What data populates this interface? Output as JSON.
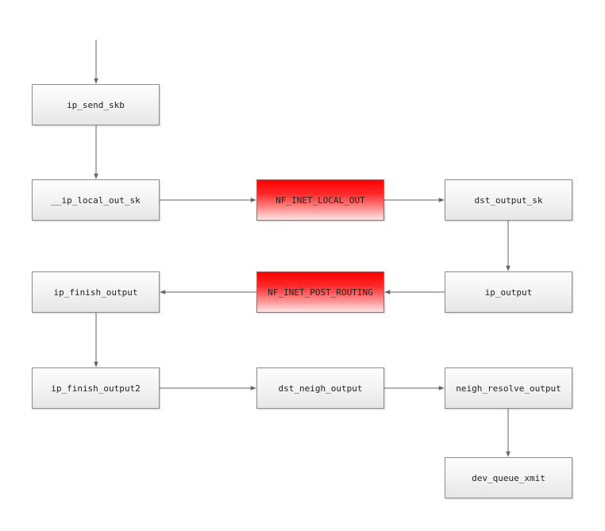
{
  "diagram": {
    "nodes": [
      {
        "id": "ip_send_skb",
        "label": "ip_send_skb",
        "kind": "function"
      },
      {
        "id": "ip_local_out_sk",
        "label": "__ip_local_out_sk",
        "kind": "function"
      },
      {
        "id": "nf_local_out",
        "label": "NF_INET_LOCAL_OUT",
        "kind": "netfilter-hook"
      },
      {
        "id": "dst_output_sk",
        "label": "dst_output_sk",
        "kind": "function"
      },
      {
        "id": "ip_output",
        "label": "ip_output",
        "kind": "function"
      },
      {
        "id": "nf_post_routing",
        "label": "NF_INET_POST_ROUTING",
        "kind": "netfilter-hook"
      },
      {
        "id": "ip_finish_output",
        "label": "ip_finish_output",
        "kind": "function"
      },
      {
        "id": "ip_finish_output2",
        "label": "ip_finish_output2",
        "kind": "function"
      },
      {
        "id": "dst_neigh_output",
        "label": "dst_neigh_output",
        "kind": "function"
      },
      {
        "id": "neigh_resolve_output",
        "label": "neigh_resolve_output",
        "kind": "function"
      },
      {
        "id": "dev_queue_xmit",
        "label": "dev_queue_xmit",
        "kind": "function"
      }
    ],
    "edges": [
      {
        "from": "entry",
        "to": "ip_send_skb"
      },
      {
        "from": "ip_send_skb",
        "to": "ip_local_out_sk"
      },
      {
        "from": "ip_local_out_sk",
        "to": "nf_local_out"
      },
      {
        "from": "nf_local_out",
        "to": "dst_output_sk"
      },
      {
        "from": "dst_output_sk",
        "to": "ip_output"
      },
      {
        "from": "ip_output",
        "to": "nf_post_routing"
      },
      {
        "from": "nf_post_routing",
        "to": "ip_finish_output"
      },
      {
        "from": "ip_finish_output",
        "to": "ip_finish_output2"
      },
      {
        "from": "ip_finish_output2",
        "to": "dst_neigh_output"
      },
      {
        "from": "dst_neigh_output",
        "to": "neigh_resolve_output"
      },
      {
        "from": "neigh_resolve_output",
        "to": "dev_queue_xmit"
      }
    ],
    "colors": {
      "hook_fill": "#ff0000",
      "node_border": "#8c8c8c",
      "edge": "#666666"
    }
  }
}
